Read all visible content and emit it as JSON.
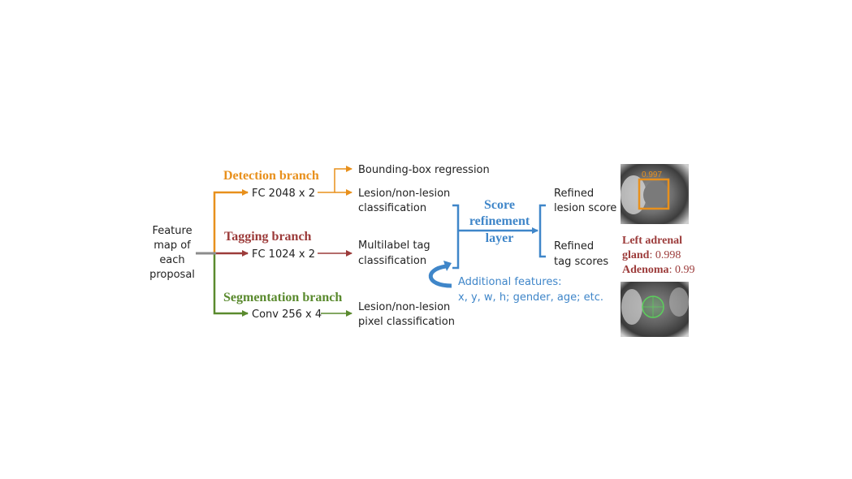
{
  "input": {
    "lines": [
      "Feature",
      "map of",
      "each",
      "proposal"
    ]
  },
  "branches": {
    "detection": {
      "title": "Detection branch",
      "layer": "FC 2048 x 2",
      "outputs": {
        "bbox": "Bounding-box regression",
        "cls_line1": "Lesion/non-lesion",
        "cls_line2": "classification"
      }
    },
    "tagging": {
      "title": "Tagging branch",
      "layer": "FC 1024 x 2",
      "outputs": {
        "line1": "Multilabel tag",
        "line2": "classification"
      }
    },
    "segmentation": {
      "title": "Segmentation branch",
      "layer": "Conv 256 x 4",
      "outputs": {
        "line1": "Lesion/non-lesion",
        "line2": "pixel classification"
      }
    }
  },
  "refinement": {
    "title_lines": [
      "Score",
      "refinement",
      "layer"
    ],
    "additional_features": {
      "line1": "Additional features:",
      "line2": "x, y, w, h; gender, age; etc."
    }
  },
  "outputs": {
    "lesion": {
      "line1": "Refined",
      "line2": "lesion score"
    },
    "tag": {
      "line1": "Refined",
      "line2": "tag scores"
    }
  },
  "result": {
    "box_score": "0.997",
    "tag1_bold_a": "Left adrenal",
    "tag1_bold_b": "gland",
    "tag1_score": ": 0.998",
    "tag2_bold": "Adenoma",
    "tag2_score": ": 0.99"
  },
  "colors": {
    "detection": "#e8901c",
    "tagging": "#9c3b3a",
    "segmentation": "#5a8a2e",
    "refinement": "#3f86c9",
    "input_arrow": "#8c8c8c"
  }
}
